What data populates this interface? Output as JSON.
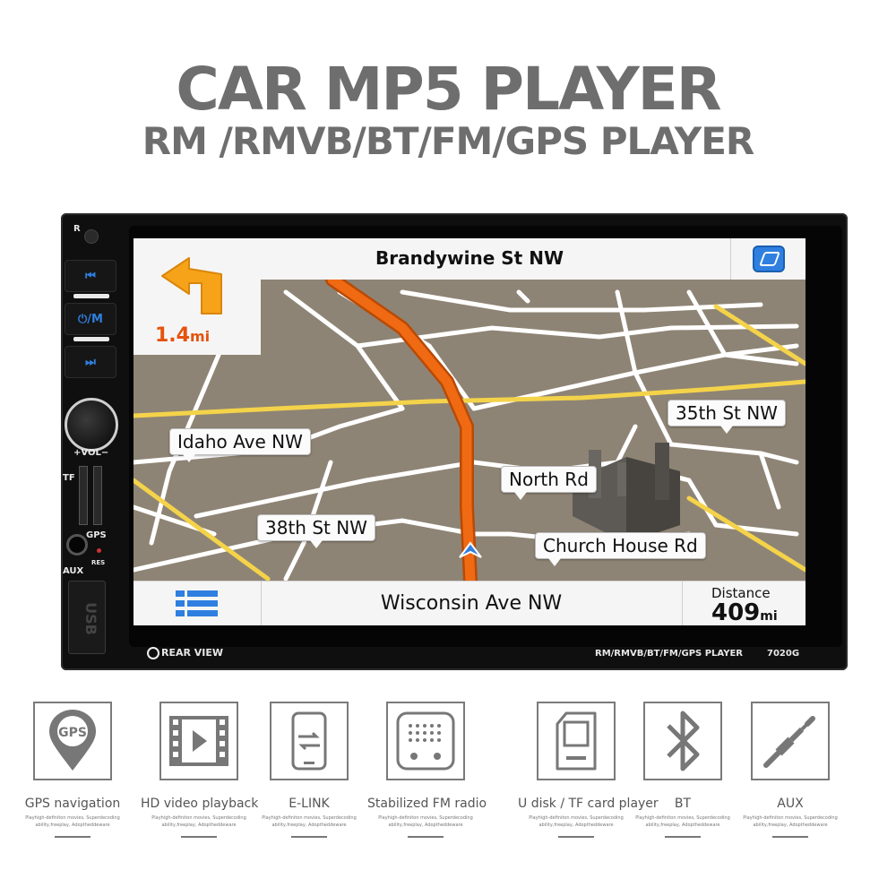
{
  "header": {
    "title": "CAR MP5 PLAYER",
    "subtitle": "RM /RMVB/BT/FM/GPS PLAYER"
  },
  "device": {
    "left_panel": {
      "top_label": "R",
      "prev_button": "⏮",
      "power_button": "⏻/M",
      "next_button": "⏭",
      "vol_label": "+VOL−",
      "tf_label": "TF",
      "gps_label": "GPS",
      "res_label": "RES",
      "aux_label": "AUX",
      "usb_label": "USB"
    },
    "rear_view_label": "REAR VIEW",
    "brand_text": "RM/RMVB/BT/FM/GPS PLAYER",
    "model": "7020G"
  },
  "navigation": {
    "top_street": "Brandywine St NW",
    "turn_distance": "1.4",
    "turn_distance_unit": "mi",
    "bottom_street": "Wisconsin Ave NW",
    "distance_label": "Distance",
    "distance_value": "409",
    "distance_unit": "mi",
    "streets": [
      "35th St NW",
      "Idaho Ave NW",
      "North Rd",
      "38th St NW",
      "Church House Rd"
    ]
  },
  "features": [
    {
      "icon": "gps-pin-icon",
      "label": "GPS navigation",
      "desc": "Playhigh-definiton movies, Superdecoding ability,freeplay, Adoptheddeware"
    },
    {
      "icon": "video-play-icon",
      "label": "HD video playback",
      "desc": "Playhigh-definiton movies, Superdecoding ability,freeplay, Adoptheddeware"
    },
    {
      "icon": "phone-link-icon",
      "label": "E-LINK",
      "desc": "Playhigh-definiton movies, Superdecoding ability,freeplay, Adoptheddeware"
    },
    {
      "icon": "radio-icon",
      "label": "Stabilized FM radio",
      "desc": "Playhigh-definiton movies, Superdecoding ability,freeplay, Adoptheddeware"
    },
    {
      "icon": "sd-card-icon",
      "label": "U disk / TF card player",
      "desc": "Playhigh-definiton movies, Superdecoding ability,freeplay, Adoptheddeware"
    },
    {
      "icon": "bluetooth-icon",
      "label": "BT",
      "desc": "Playhigh-definiton movies, Superdecoding ability,freeplay, Adoptheddeware"
    },
    {
      "icon": "aux-plug-icon",
      "label": "AUX",
      "desc": "Playhigh-definiton movies, Superdecoding ability,freeplay, Adoptheddeware"
    }
  ],
  "colors": {
    "title": "#6e6e6e",
    "route": "#f06a13",
    "map_ground": "#8e8475",
    "road": "#ffffff",
    "highway": "#f4d34a",
    "button_glyph": "#2f7fe0",
    "turn_arrow": "#f7a31a"
  }
}
